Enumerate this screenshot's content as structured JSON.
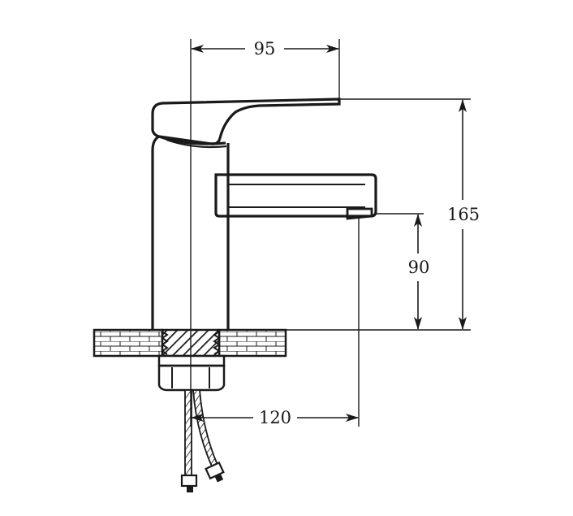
{
  "dimensions": {
    "handle_reach": "95",
    "total_height": "165",
    "spout_height": "90",
    "spout_reach": "120"
  },
  "colors": {
    "line": "#1a1a1a",
    "background": "#ffffff"
  }
}
